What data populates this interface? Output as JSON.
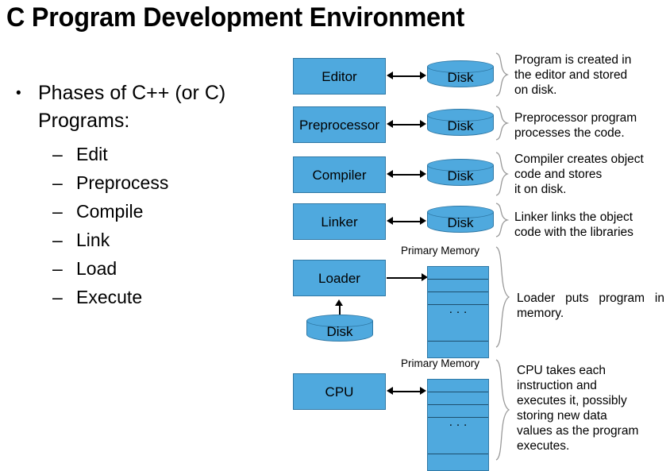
{
  "slide": {
    "title": "C Program Development Environment"
  },
  "bullets": {
    "marker_l1": "•",
    "marker_l2": "–",
    "main": "Phases of C++ (or C) Programs:",
    "phases": [
      {
        "label": "Edit"
      },
      {
        "label": "Preprocess"
      },
      {
        "label": "Compile"
      },
      {
        "label": "Link"
      },
      {
        "label": "Load"
      },
      {
        "label": "Execute"
      }
    ]
  },
  "diagram": {
    "accent_color": "#4FA9DE",
    "border_color": "#2f78a5",
    "brace_color": "#9a9a9a",
    "memory_caption": "Primary Memory",
    "memory_dots": "·\n·\n·",
    "disk_label": "Disk",
    "stages": [
      {
        "box": "Editor",
        "storage": "Disk",
        "arrow": "double",
        "note": "Program is created in\nthe editor and stored\non disk."
      },
      {
        "box": "Preprocessor",
        "storage": "Disk",
        "arrow": "double",
        "note": "Preprocessor program\nprocesses the code."
      },
      {
        "box": "Compiler",
        "storage": "Disk",
        "arrow": "double",
        "note": "Compiler creates object\ncode and stores\nit on disk."
      },
      {
        "box": "Linker",
        "storage": "Disk",
        "arrow": "double",
        "note": "Linker links the object\ncode with the libraries"
      },
      {
        "box": "Loader",
        "storage": "Primary Memory",
        "source": "Disk",
        "arrow": "single-right",
        "note": "Loader puts program in memory."
      },
      {
        "box": "CPU",
        "storage": "Primary Memory",
        "arrow": "double",
        "note": "CPU takes each\ninstruction and\nexecutes it, possibly\nstoring new data\nvalues as the program\nexecutes."
      }
    ]
  }
}
